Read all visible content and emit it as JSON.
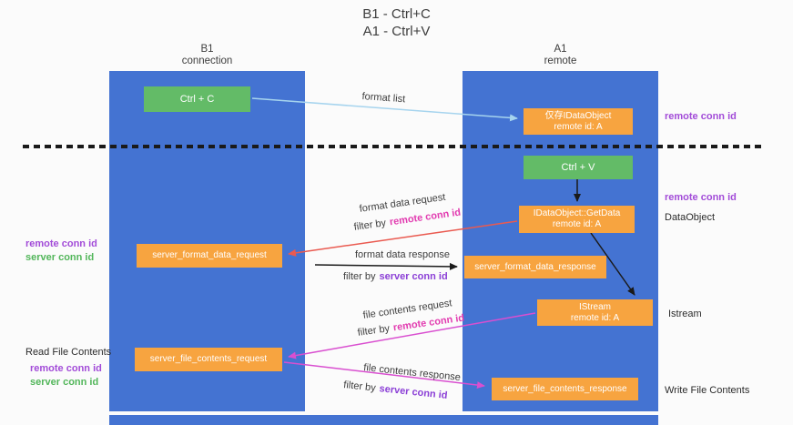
{
  "colors": {
    "background": "#fbfbfb",
    "lane_blue": "#4473d2",
    "box_green": "#63bb67",
    "box_orange": "#f7a440",
    "purple": "#a24bd8",
    "magenta": "#e23bb0",
    "violet": "#8b3fd6",
    "green_text": "#52b65a",
    "arrow_red": "#ea5a50",
    "arrow_blue": "#a6d4ee",
    "arrow_magenta": "#d94fd0",
    "arrow_black": "#1a1a1a",
    "text_dark": "#3d3d3d"
  },
  "title": {
    "line1": "B1 - Ctrl+C",
    "line2": "A1 - Ctrl+V"
  },
  "lanes": {
    "left": {
      "name_line1": "B1",
      "name_line2": "connection"
    },
    "right": {
      "name_line1": "A1",
      "name_line2": "remote"
    }
  },
  "boxes": {
    "ctrl_c": "Ctrl + C",
    "ctrl_v": "Ctrl + V",
    "idataobject": {
      "line1": "仅存IDataObject",
      "line2": "remote id: A"
    },
    "getdata": {
      "line1": "IDataObject::GetData",
      "line2": "remote id: A"
    },
    "istream": {
      "line1": "IStream",
      "line2": "remote id: A"
    },
    "format_request": "server_format_data_request",
    "format_response": "server_format_data_response",
    "file_request": "server_file_contents_request",
    "file_response": "server_file_contents_response"
  },
  "arrow_labels": {
    "format_list": "format list",
    "format_data_request": "format data request",
    "format_data_response": "format data response",
    "file_contents_request": "file contents request",
    "file_contents_response": "file contents response",
    "filter_by": "filter by",
    "remote_conn_id": "remote conn id",
    "server_conn_id": "server conn id"
  },
  "annotations": {
    "remote_conn_id_top_right": "remote conn id",
    "remote_conn_id_mid_right": "remote conn id",
    "dataobject": "DataObject",
    "istream": "Istream",
    "remote_conn_id_left_1": "remote conn id",
    "server_conn_id_left_1": "server conn id",
    "read_file_contents": "Read File Contents",
    "remote_conn_id_left_2": "remote conn id",
    "server_conn_id_left_2": "server conn id",
    "write_file_contents": "Write File Contents"
  }
}
